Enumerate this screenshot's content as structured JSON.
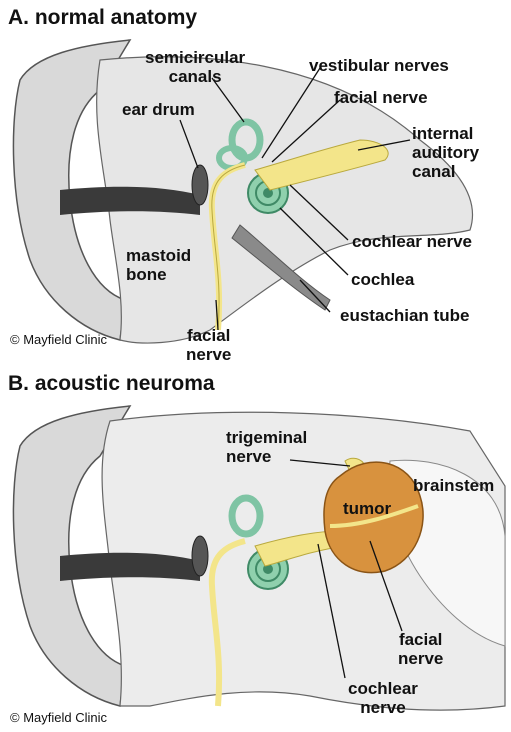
{
  "panel_a": {
    "title": "A. normal anatomy",
    "labels": {
      "semicircular_canals": "semicircular\ncanals",
      "vestibular_nerves": "vestibular nerves",
      "ear_drum": "ear drum",
      "facial_nerve": "facial nerve",
      "internal_auditory_canal": "internal\nauditory\ncanal",
      "cochlear_nerve": "cochlear nerve",
      "mastoid_bone": "mastoid\nbone",
      "cochlea": "cochlea",
      "eustachian_tube": "eustachian tube",
      "facial_nerve_bottom": "facial\nnerve"
    },
    "credit": "© Mayfield Clinic"
  },
  "panel_b": {
    "title": "B. acoustic neuroma",
    "labels": {
      "trigeminal_nerve": "trigeminal\nnerve",
      "brainstem": "brainstem",
      "tumor": "tumor",
      "facial_nerve": "facial\nnerve",
      "cochlear_nerve": "cochlear\nnerve"
    },
    "credit": "© Mayfield Clinic"
  }
}
